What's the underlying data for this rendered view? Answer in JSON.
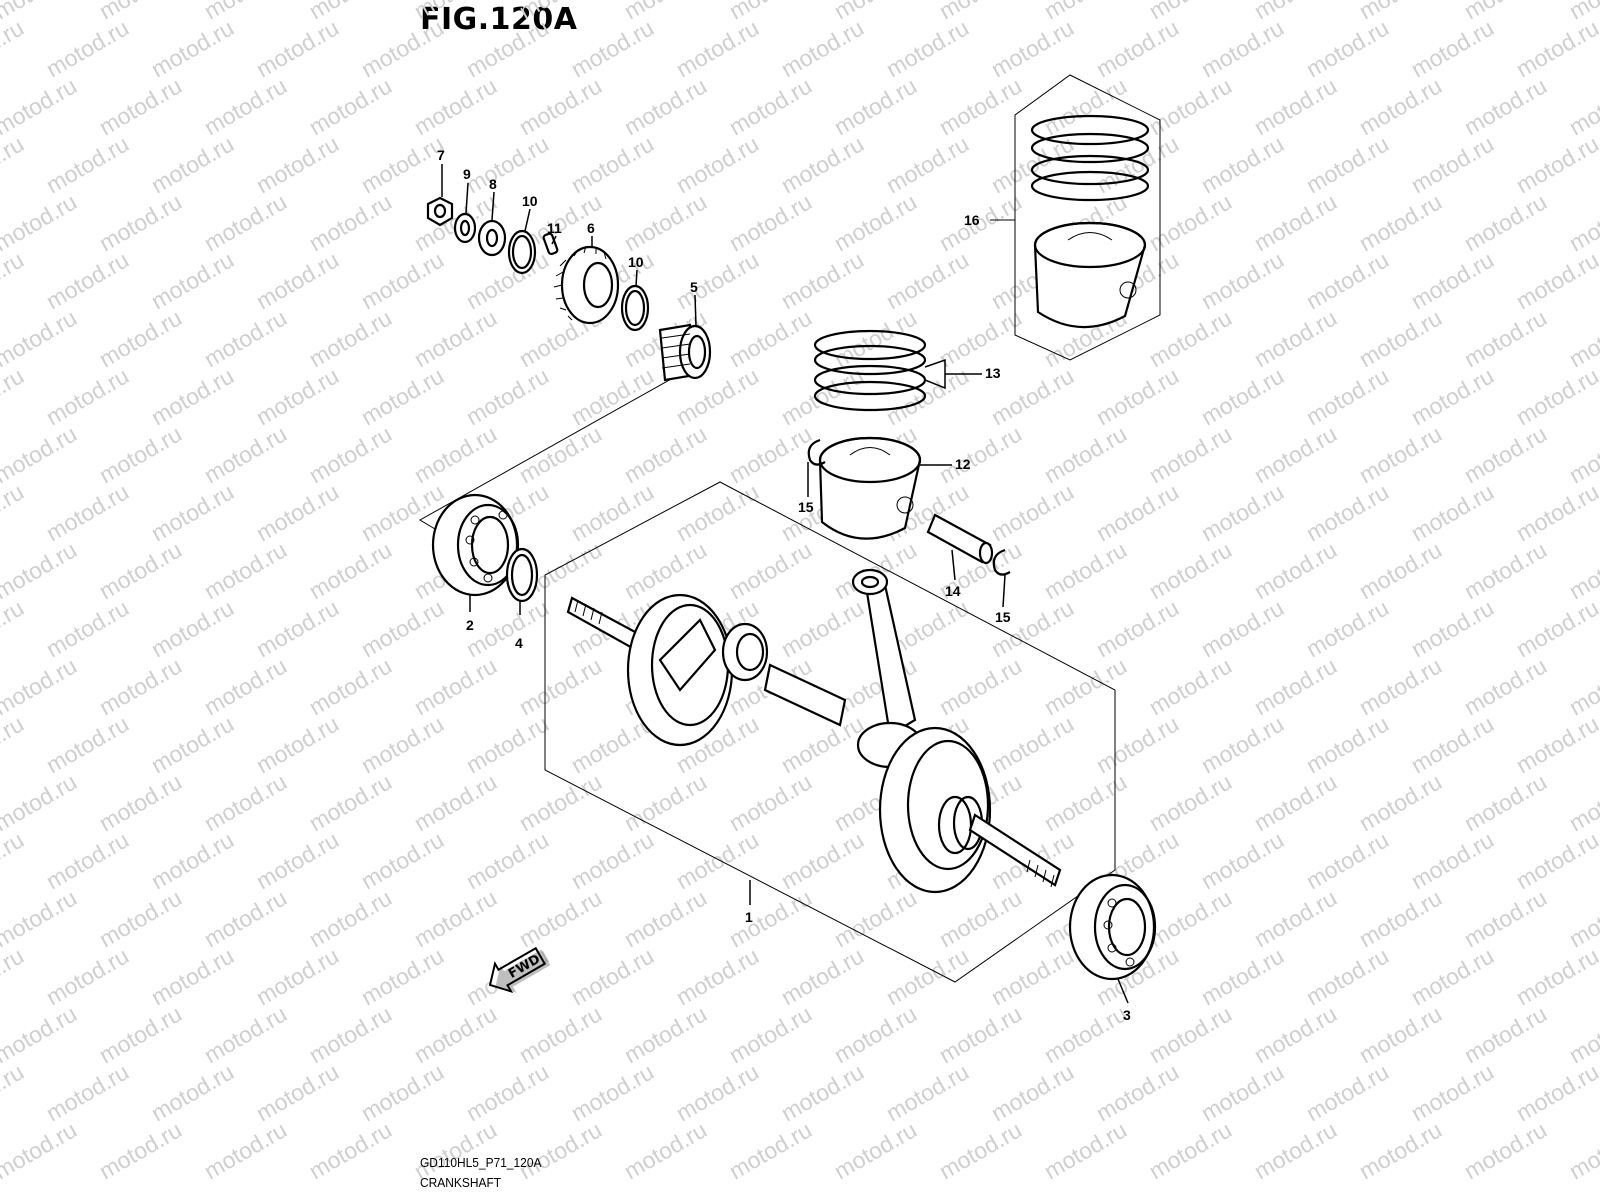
{
  "figure": {
    "title": "FIG.120A",
    "code": "GD110HL5_P71_120A",
    "name": "CRANKSHAFT"
  },
  "watermark": "motod.ru",
  "direction_marker": "FWD",
  "callouts": [
    "1",
    "2",
    "3",
    "4",
    "5",
    "6",
    "7",
    "8",
    "9",
    "10",
    "10",
    "11",
    "12",
    "13",
    "14",
    "15",
    "15",
    "16"
  ]
}
